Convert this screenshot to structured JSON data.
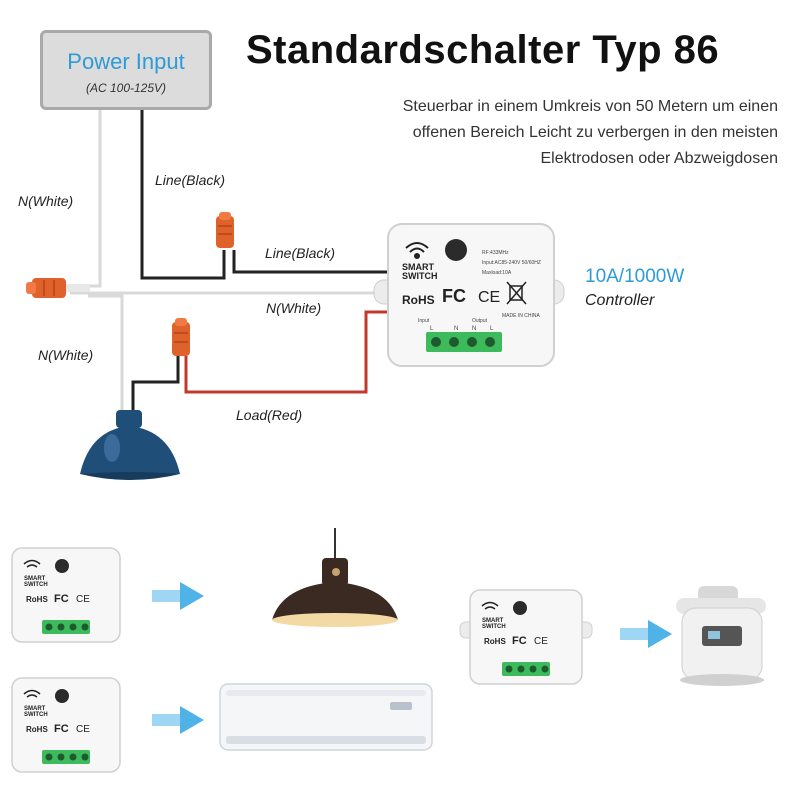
{
  "header": {
    "title": "Standardschalter Typ 86",
    "description_lines": [
      "Steuerbar in einem Umkreis von 50 Metern um einen",
      "offenen Bereich Leicht zu  verbergen in den meisten",
      "Elektrodosen oder Abzweigdosen"
    ]
  },
  "power_input": {
    "title": "Power Input",
    "voltage": "(AC 100-125V)"
  },
  "wire_labels": {
    "line_black_1": "Line(Black)",
    "line_black_2": "Line(Black)",
    "n_white_1": "N(White)",
    "n_white_2": "N(White)",
    "n_white_3": "N(White)",
    "load_red": "Load(Red)"
  },
  "controller": {
    "rating": "10A/1000W",
    "label": "Controller"
  },
  "switch_module": {
    "brand_line1": "SMART",
    "brand_line2": "SWITCH",
    "spec_freq": "RF:433MHz",
    "spec_input": "Input:AC85-240V 50/60HZ",
    "spec_max": "Maxload:10A",
    "rohs": "RoHS",
    "fc": "FC",
    "ce": "CE",
    "made_in": "MADE IN CHINA",
    "input_label": "Input",
    "output_label": "Output",
    "terminal_l": "L",
    "terminal_n": "N",
    "terminal_n2": "N",
    "terminal_l2": "L"
  },
  "colors": {
    "accent_blue": "#2e9bd6",
    "wire_black": "#222222",
    "wire_red": "#c0392b",
    "wire_white": "#d9d9d9",
    "connector_orange": "#e0622b",
    "terminal_green": "#3dbb5c",
    "arrow_blue": "#4fb3e8",
    "lamp_blue": "#1f4e79"
  },
  "icons": [
    "wifi-icon",
    "wire-nut-icon",
    "pendant-lamp-icon",
    "arrow-right-icon",
    "air-conditioner-icon",
    "rice-cooker-icon"
  ]
}
